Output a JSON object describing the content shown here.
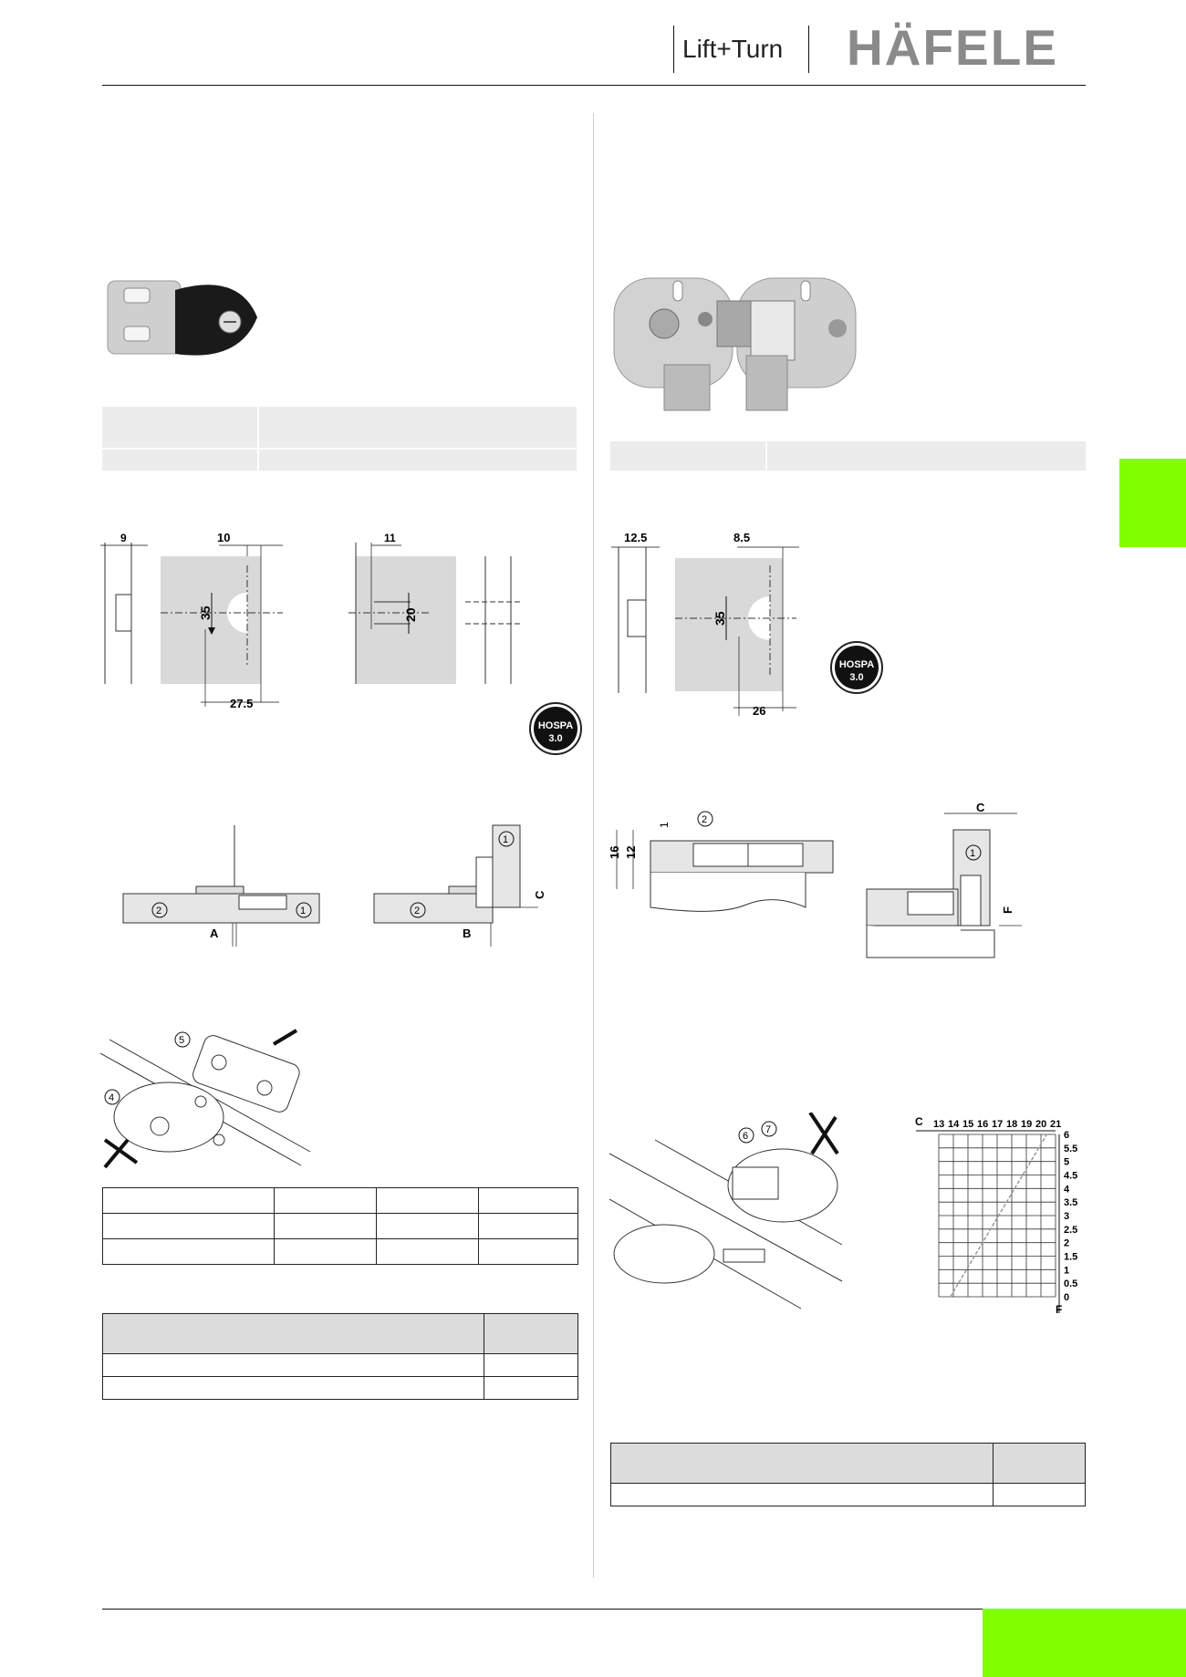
{
  "header": {
    "brand_liftturn": "Lift+Turn",
    "brand_hafele": "HÄFELE",
    "accent_green": "#7fff00"
  },
  "left": {
    "drill1": {
      "dims": [
        "9",
        "10",
        "35",
        "27.5",
        "11",
        "20"
      ]
    },
    "hospa": {
      "word": "HOSPA",
      "size": "3.0"
    },
    "install": {
      "callouts": [
        "1",
        "2",
        "1",
        "2"
      ],
      "labels": [
        "A",
        "B",
        "C"
      ]
    },
    "adjust": {
      "callouts": [
        "5",
        "4"
      ]
    }
  },
  "right": {
    "drill": {
      "dims": [
        "12.5",
        "8.5",
        "35",
        "26"
      ]
    },
    "hospa": {
      "word": "HOSPA",
      "size": "3.0"
    },
    "install": {
      "dims": [
        "1",
        "16",
        "12"
      ],
      "callouts": [
        "2",
        "1"
      ],
      "labels": [
        "C",
        "F"
      ]
    },
    "adjust": {
      "callouts": [
        "6",
        "7"
      ]
    },
    "graph": {
      "c_label": "C",
      "f_label": "F",
      "top_ticks": [
        "13",
        "14",
        "15",
        "16",
        "17",
        "18",
        "19",
        "20",
        "21"
      ],
      "right_ticks": [
        "6",
        "5.5",
        "5",
        "4.5",
        "4",
        "3.5",
        "3",
        "2.5",
        "2",
        "1.5",
        "1",
        "0.5",
        "0"
      ]
    }
  }
}
